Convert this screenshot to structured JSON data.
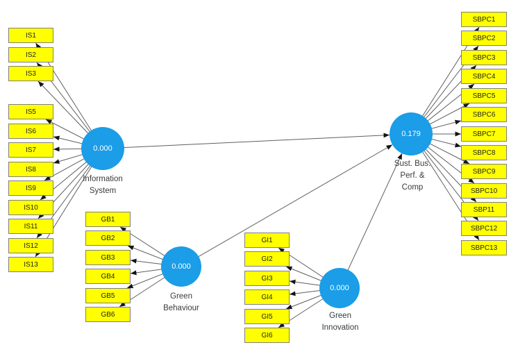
{
  "diagram": {
    "type": "structural-equation-model",
    "colors": {
      "indicator_fill": "#ffff00",
      "indicator_border": "#808080",
      "latent_fill": "#1b9de8",
      "latent_value_text": "#ffffff",
      "arrow_line": "#5e5e5e",
      "arrow_head": "#141414",
      "construct_label_text": "#3a3a3a",
      "background": "#ffffff"
    },
    "constructs": [
      {
        "id": "information-system",
        "label": "Information\nSystem",
        "value": "0.000",
        "indicators": [
          "IS1",
          "IS2",
          "IS3",
          "IS5",
          "IS6",
          "IS7",
          "IS8",
          "IS9",
          "IS10",
          "IS11",
          "IS12",
          "IS13"
        ]
      },
      {
        "id": "green-behaviour",
        "label": "Green\nBehaviour",
        "value": "0.000",
        "indicators": [
          "GB1",
          "GB2",
          "GB3",
          "GB4",
          "GB5",
          "GB6"
        ]
      },
      {
        "id": "green-innovation",
        "label": "Green\nInnovation",
        "value": "0.000",
        "indicators": [
          "GI1",
          "GI2",
          "GI3",
          "GI4",
          "GI5",
          "GI6"
        ]
      },
      {
        "id": "sust-bus-perf-comp",
        "label": "Sust. Bus.\nPerf. &\nComp",
        "value": "0.179",
        "indicators": [
          "SBPC1",
          "SBPC2",
          "SBPC3",
          "SBPC4",
          "SBPC5",
          "SBPC6",
          "SBPC7",
          "SBPC8",
          "SBPC9",
          "SBPC10",
          "SBP11",
          "SBPC12",
          "SBPC13"
        ]
      }
    ],
    "paths": [
      {
        "from": "Information System",
        "to": "Sust. Bus. Perf. & Comp"
      },
      {
        "from": "Green Behaviour",
        "to": "Sust. Bus. Perf. & Comp"
      },
      {
        "from": "Green Innovation",
        "to": "Sust. Bus. Perf. & Comp"
      }
    ]
  }
}
